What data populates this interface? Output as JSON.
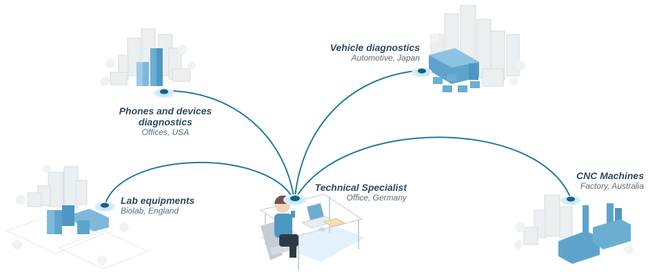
{
  "colors": {
    "line": "#1d7a9a",
    "node": "#1b5f80",
    "node_glow": "#67c3e6",
    "building_blue": "#6aaed2",
    "building_blue_dark": "#3d8bb5",
    "building_gray": "#e8ebee",
    "title_text": "#2e4a5c",
    "sub_text": "#5a6a74"
  },
  "hub": {
    "title": "Technical Specialist",
    "subtitle": "Office, Germany",
    "icon": "person-at-desk-icon"
  },
  "locations": [
    {
      "id": "phones",
      "title": "Phones and devices diagnostics",
      "title_line1": "Phones and devices",
      "title_line2": "diagnostics",
      "subtitle": "Offices, USA",
      "icon": "office-buildings-icon"
    },
    {
      "id": "vehicle",
      "title": "Vehicle diagnostics",
      "subtitle": "Automotive, Japan",
      "icon": "automotive-plant-icon"
    },
    {
      "id": "lab",
      "title": "Lab equipments",
      "subtitle": "Biolab, England",
      "icon": "biolab-icon"
    },
    {
      "id": "cnc",
      "title": "CNC Machines",
      "subtitle": "Factory, Australia",
      "icon": "factory-icon"
    }
  ]
}
